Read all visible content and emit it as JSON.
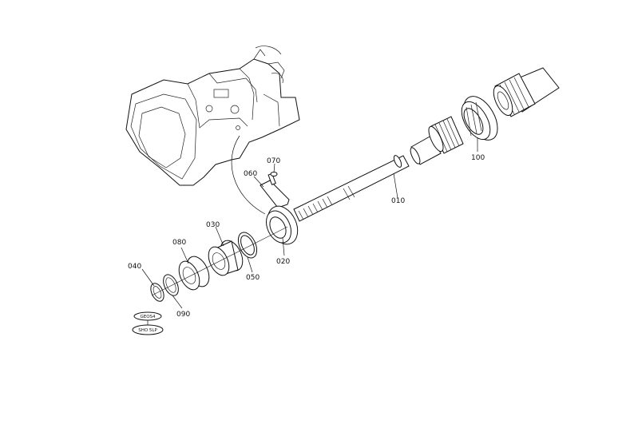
{
  "parts": [
    {
      "id": "p010",
      "label": "010"
    },
    {
      "id": "p020",
      "label": "020"
    },
    {
      "id": "p030",
      "label": "030"
    },
    {
      "id": "p040",
      "label": "040"
    },
    {
      "id": "p050",
      "label": "050"
    },
    {
      "id": "p060",
      "label": "060"
    },
    {
      "id": "p070",
      "label": "070"
    },
    {
      "id": "p080",
      "label": "080"
    },
    {
      "id": "p090",
      "label": "090"
    },
    {
      "id": "p100",
      "label": "100"
    }
  ],
  "oval_labels": [
    "GEOS4",
    "SHO 5LP"
  ]
}
